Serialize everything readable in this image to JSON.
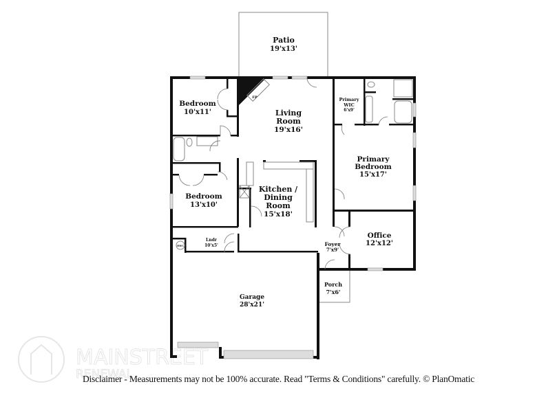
{
  "rooms": {
    "patio": {
      "name": "Patio",
      "size": "19'x13'"
    },
    "bedroom1": {
      "name": "Bedroom",
      "size": "10'x11'"
    },
    "fireplace": {
      "name": "FP"
    },
    "living": {
      "name1": "Living",
      "name2": "Room",
      "size": "19'x16'"
    },
    "wic": {
      "name1": "Primary",
      "name2": "WIC",
      "size": "6'x9'"
    },
    "primary": {
      "name1": "Primary",
      "name2": "Bedroom",
      "size": "15'x17'"
    },
    "bedroom2": {
      "name": "Bedroom",
      "size": "13'x10'"
    },
    "kitchen": {
      "name1": "Kitchen /",
      "name2": "Dining",
      "name3": "Room",
      "size": "15'x18'"
    },
    "laundry": {
      "name": "Lndr",
      "size": "10'x5'"
    },
    "water_heater": {
      "name": "HWC"
    },
    "foyer": {
      "name": "Foyer",
      "size": "7'x9'"
    },
    "office": {
      "name": "Office",
      "size": "12'x12'"
    },
    "porch": {
      "name": "Porch",
      "size": "7'x6'"
    },
    "garage": {
      "name": "Garage",
      "size": "28'x21'"
    }
  },
  "watermark": {
    "line1": "MAINSTREET",
    "line2": "RENEWAL"
  },
  "disclaimer": "Disclaimer - Measurements may not be 100% accurate. Read \"Terms & Conditions\" carefully. © PlanOmatic"
}
